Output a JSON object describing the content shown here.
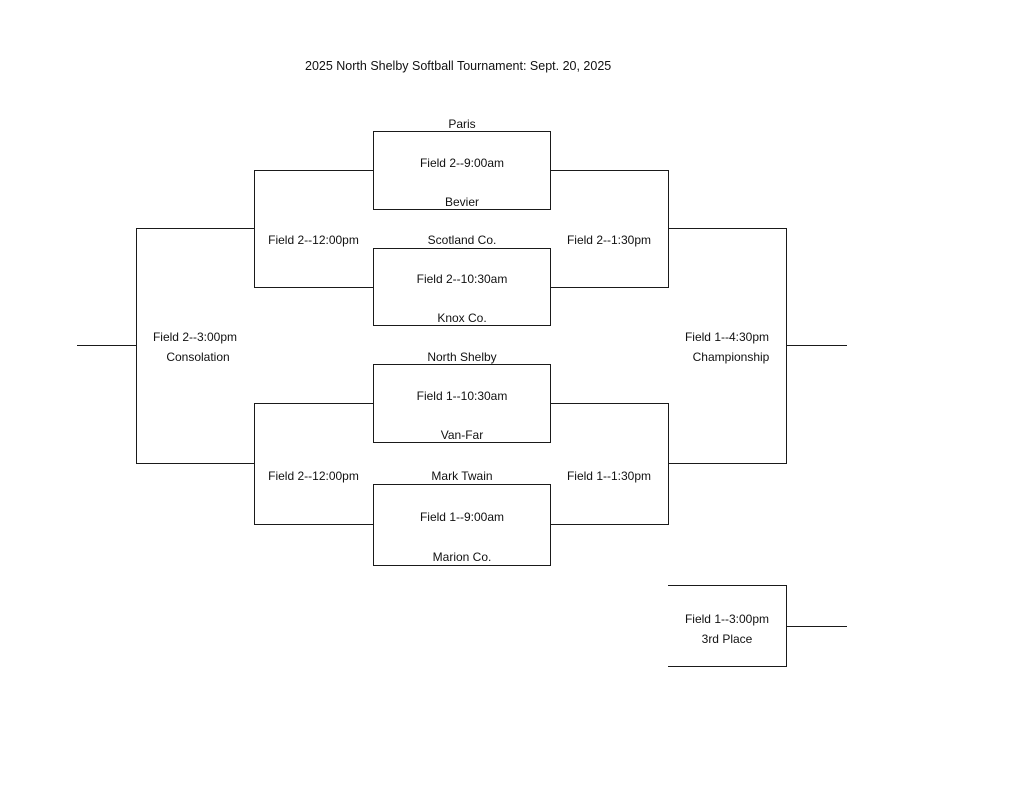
{
  "title": "2025 North Shelby Softball Tournament:  Sept. 20, 2025",
  "first_round": [
    {
      "top_team": "Paris",
      "game": "Field 2--9:00am",
      "bottom_team": "Bevier"
    },
    {
      "top_team": "Scotland Co.",
      "game": "Field 2--10:30am",
      "bottom_team": "Knox Co."
    },
    {
      "top_team": "North Shelby",
      "game": "Field 1--10:30am",
      "bottom_team": "Van-Far"
    },
    {
      "top_team": "Mark Twain",
      "game": "Field 1--9:00am",
      "bottom_team": "Marion Co."
    }
  ],
  "losers_bracket": {
    "semi_top": "Field 2--12:00pm",
    "semi_bottom": "Field 2--12:00pm",
    "final_game": "Field 2--3:00pm",
    "final_label": "Consolation"
  },
  "winners_bracket": {
    "semi_top": "Field 2--1:30pm",
    "semi_bottom": "Field 1--1:30pm",
    "final_game": "Field 1--4:30pm",
    "final_label": "Championship"
  },
  "third_place": {
    "game": "Field 1--3:00pm",
    "label": "3rd Place"
  }
}
